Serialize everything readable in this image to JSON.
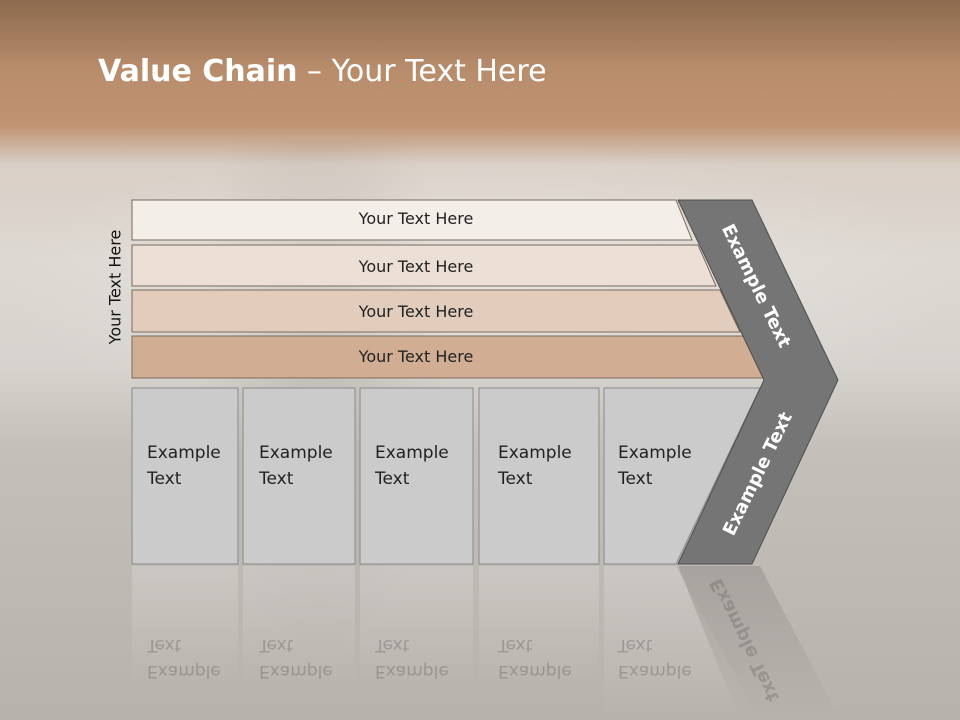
{
  "title": {
    "bold": "Value Chain",
    "rest": " – Your Text Here"
  },
  "side_label": "Your Text Here",
  "rows": [
    {
      "label": "Your Text Here",
      "color": "#f4eee9"
    },
    {
      "label": "Your Text Here",
      "color": "#ecdfd6"
    },
    {
      "label": "Your Text Here",
      "color": "#e2cdbd"
    },
    {
      "label": "Your Text Here",
      "color": "#d0ad93"
    }
  ],
  "columns": [
    {
      "line1": "Example",
      "line2": "Text"
    },
    {
      "line1": "Example",
      "line2": "Text"
    },
    {
      "line1": "Example",
      "line2": "Text"
    },
    {
      "line1": "Example",
      "line2": "Text"
    },
    {
      "line1": "Example",
      "line2": "Text"
    }
  ],
  "chevron": {
    "upper": "Example Text",
    "lower": "Example Text",
    "color": "#757575"
  }
}
